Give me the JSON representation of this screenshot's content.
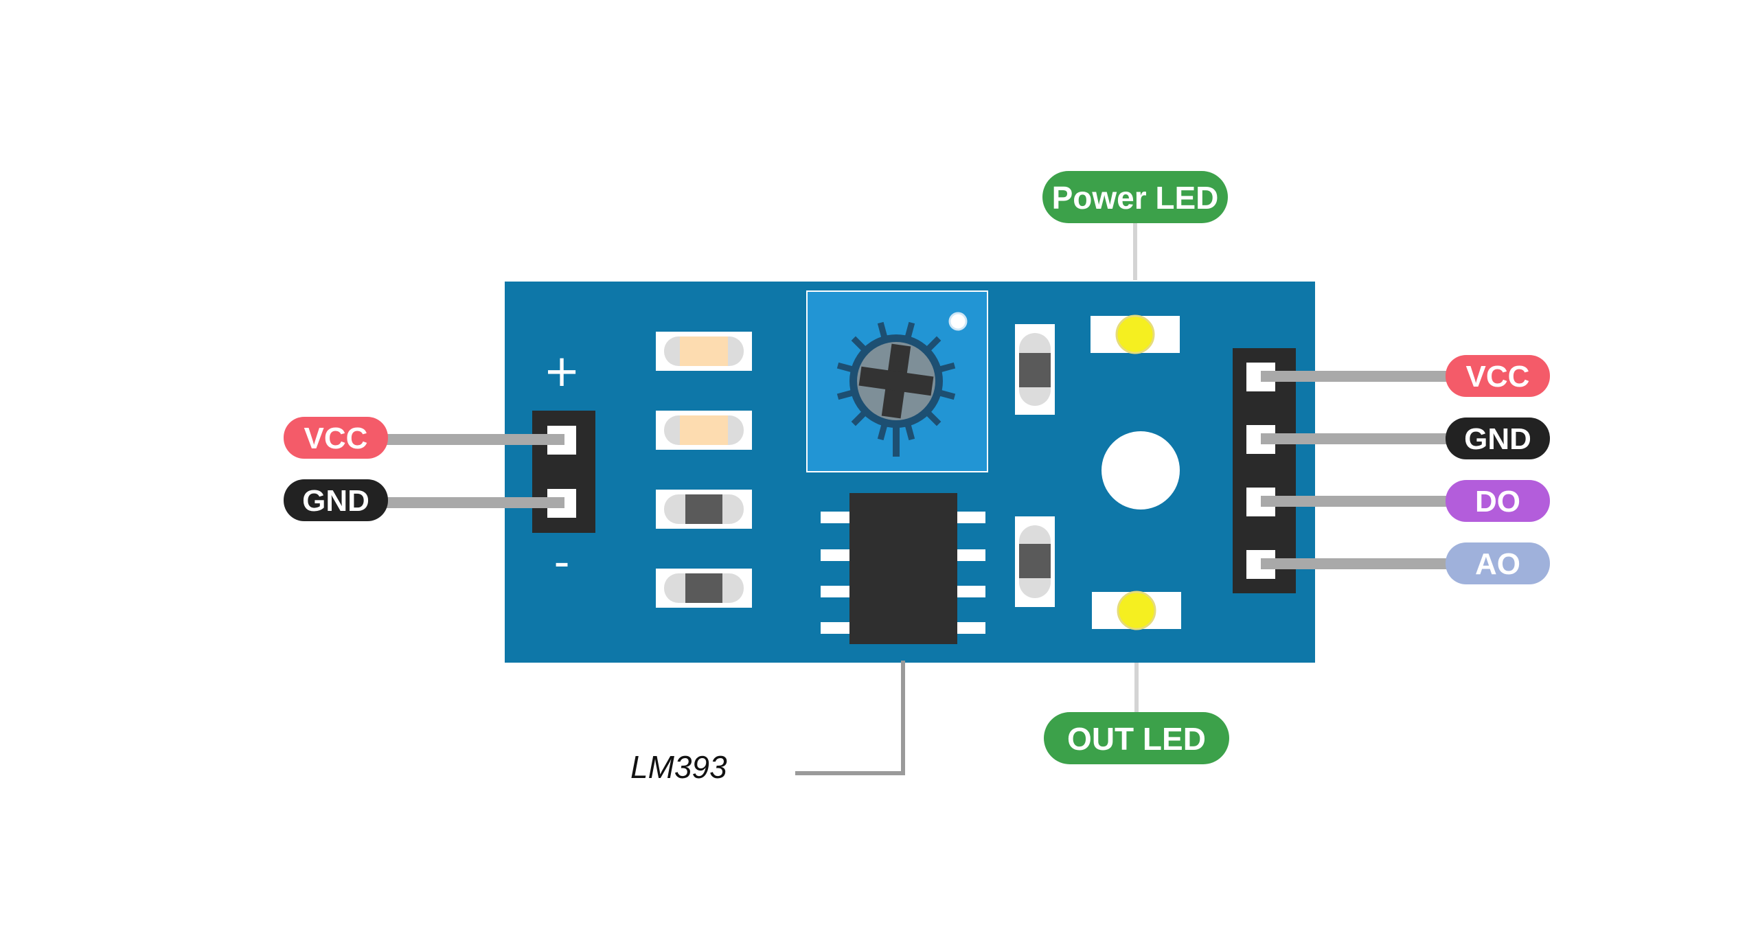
{
  "board": {
    "color": "#0e77a8",
    "plus_label": "+",
    "minus_label": "-"
  },
  "left_pins": [
    {
      "label": "VCC",
      "color": "#f45b69"
    },
    {
      "label": "GND",
      "color": "#222222"
    }
  ],
  "right_pins": [
    {
      "label": "VCC",
      "color": "#f45b69"
    },
    {
      "label": "GND",
      "color": "#222222"
    },
    {
      "label": "DO",
      "color": "#b35ddb"
    },
    {
      "label": "AO",
      "color": "#9fb1db"
    }
  ],
  "leds": {
    "power_label": "Power LED",
    "out_label": "OUT LED",
    "label_color": "#3ca14a",
    "led_color": "#f5ef20"
  },
  "chip": {
    "label": "LM393"
  },
  "colors": {
    "wire": "#a9a9a9",
    "header": "#2a2a2a",
    "potentiometer": "#2295d4"
  }
}
